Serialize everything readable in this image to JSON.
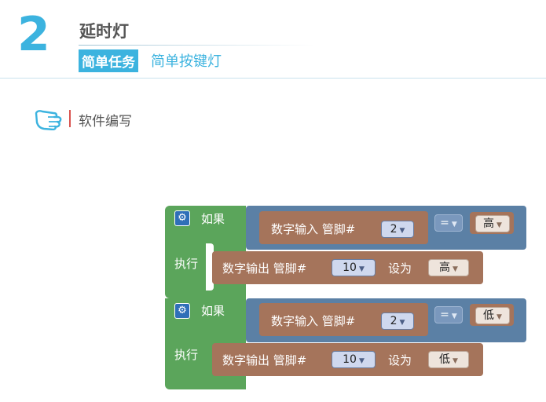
{
  "header": {
    "chapter_number": "2",
    "chapter_title": "延时灯",
    "task_badge": "简单任务",
    "task_name": "简单按键灯"
  },
  "section": {
    "icon": "pointing-hand-icon",
    "title": "软件编写"
  },
  "blocks": [
    {
      "if_label": "如果",
      "do_label": "执行",
      "condition": {
        "read_label": "数字输入 管脚#",
        "read_pin": "2",
        "operator": "=",
        "compare_value": "高"
      },
      "action": {
        "write_label": "数字输出 管脚#",
        "write_pin": "10",
        "set_label": "设为",
        "set_value": "高"
      }
    },
    {
      "if_label": "如果",
      "do_label": "执行",
      "condition": {
        "read_label": "数字输入 管脚#",
        "read_pin": "2",
        "operator": "=",
        "compare_value": "低"
      },
      "action": {
        "write_label": "数字输出 管脚#",
        "write_pin": "10",
        "set_label": "设为",
        "set_value": "低"
      }
    }
  ],
  "colors": {
    "accent": "#3cb3df",
    "logic_block": "#5ba55b",
    "compare_block": "#5b80a5",
    "io_block": "#a5745b"
  }
}
